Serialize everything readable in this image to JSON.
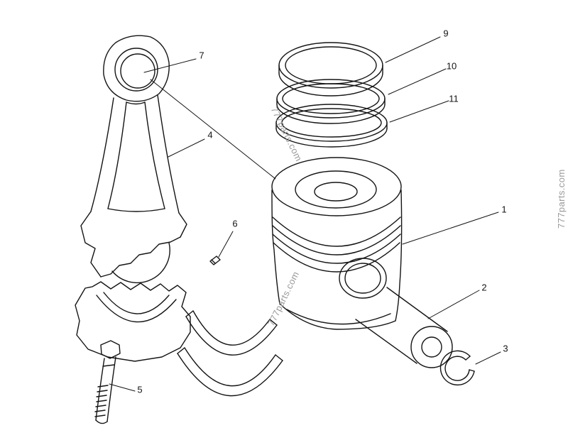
{
  "watermark": "777parts.com",
  "callouts": {
    "n1": "1",
    "n2": "2",
    "n3": "3",
    "n4": "4",
    "n5": "5",
    "n6": "6",
    "n7": "7",
    "n9": "9",
    "n10": "10",
    "n11": "11"
  }
}
